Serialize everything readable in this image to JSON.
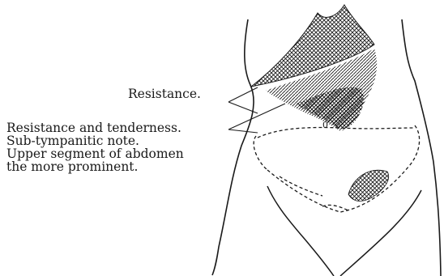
{
  "figure": {
    "label_resistance": "Resistance.",
    "label_lines": [
      "Resistance and  tenderness.",
      "Sub-tympanitic note.",
      "Upper segment of abdomen",
      "the more prominent."
    ],
    "umbilicus_mark": "0"
  },
  "colors": {
    "ink": "#1a1a1a",
    "paper": "#ffffff"
  }
}
